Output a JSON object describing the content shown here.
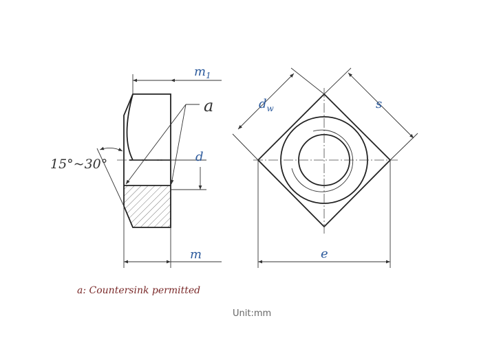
{
  "labels": {
    "m1_base": "m",
    "m1_sub": "1",
    "callout_a": "a",
    "angle": "15°~30°",
    "d": "d",
    "m": "m",
    "dw_base": "d",
    "dw_sub": "w",
    "s": "s",
    "e": "e"
  },
  "note": "a: Countersink permitted",
  "unit": "Unit:mm"
}
